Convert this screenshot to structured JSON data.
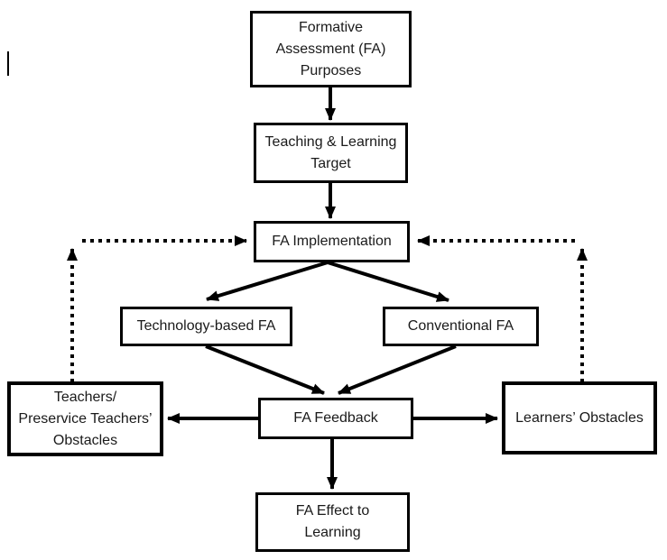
{
  "diagram": {
    "background_color": "#ffffff",
    "line_color": "#000000",
    "text_color": "#1a1a1a",
    "nodes": {
      "fa_purposes": {
        "label": "Formative Assessment (FA) Purposes",
        "lines": [
          "Formative",
          "Assessment (FA)",
          "Purposes"
        ]
      },
      "teaching_learning_target": {
        "label": "Teaching & Learning Target",
        "lines": [
          "Teaching & Learning",
          "Target"
        ]
      },
      "fa_implementation": {
        "label": "FA Implementation",
        "lines": [
          "FA Implementation"
        ]
      },
      "technology_based_fa": {
        "label": "Technology-based FA",
        "lines": [
          "Technology-based FA"
        ]
      },
      "conventional_fa": {
        "label": "Conventional FA",
        "lines": [
          "Conventional FA"
        ]
      },
      "fa_feedback": {
        "label": "FA Feedback",
        "lines": [
          "FA Feedback"
        ]
      },
      "teachers_obstacles": {
        "label": "Teachers/ Preservice Teachers’ Obstacles",
        "lines": [
          "Teachers/",
          "Preservice Teachers’",
          "Obstacles"
        ]
      },
      "learners_obstacles": {
        "label": "Learners’ Obstacles",
        "lines": [
          "Learners’ Obstacles"
        ]
      },
      "fa_effect_to_learning": {
        "label": "FA Effect to Learning",
        "lines": [
          "FA Effect to",
          "Learning"
        ]
      }
    },
    "connections": [
      {
        "from": "fa_purposes",
        "to": "teaching_learning_target",
        "style": "solid-arrow"
      },
      {
        "from": "teaching_learning_target",
        "to": "fa_implementation",
        "style": "solid-arrow"
      },
      {
        "from": "fa_implementation",
        "to": "technology_based_fa",
        "style": "solid-arrow"
      },
      {
        "from": "fa_implementation",
        "to": "conventional_fa",
        "style": "solid-arrow"
      },
      {
        "from": "technology_based_fa",
        "to": "fa_feedback",
        "style": "solid-arrow"
      },
      {
        "from": "conventional_fa",
        "to": "fa_feedback",
        "style": "solid-arrow"
      },
      {
        "from": "fa_feedback",
        "to": "teachers_obstacles",
        "style": "solid-arrow"
      },
      {
        "from": "fa_feedback",
        "to": "learners_obstacles",
        "style": "solid-arrow"
      },
      {
        "from": "fa_feedback",
        "to": "fa_effect_to_learning",
        "style": "solid-arrow"
      },
      {
        "from": "teachers_obstacles",
        "to": "fa_implementation",
        "style": "dotted-arrow"
      },
      {
        "from": "learners_obstacles",
        "to": "fa_implementation",
        "style": "dotted-arrow"
      }
    ]
  }
}
